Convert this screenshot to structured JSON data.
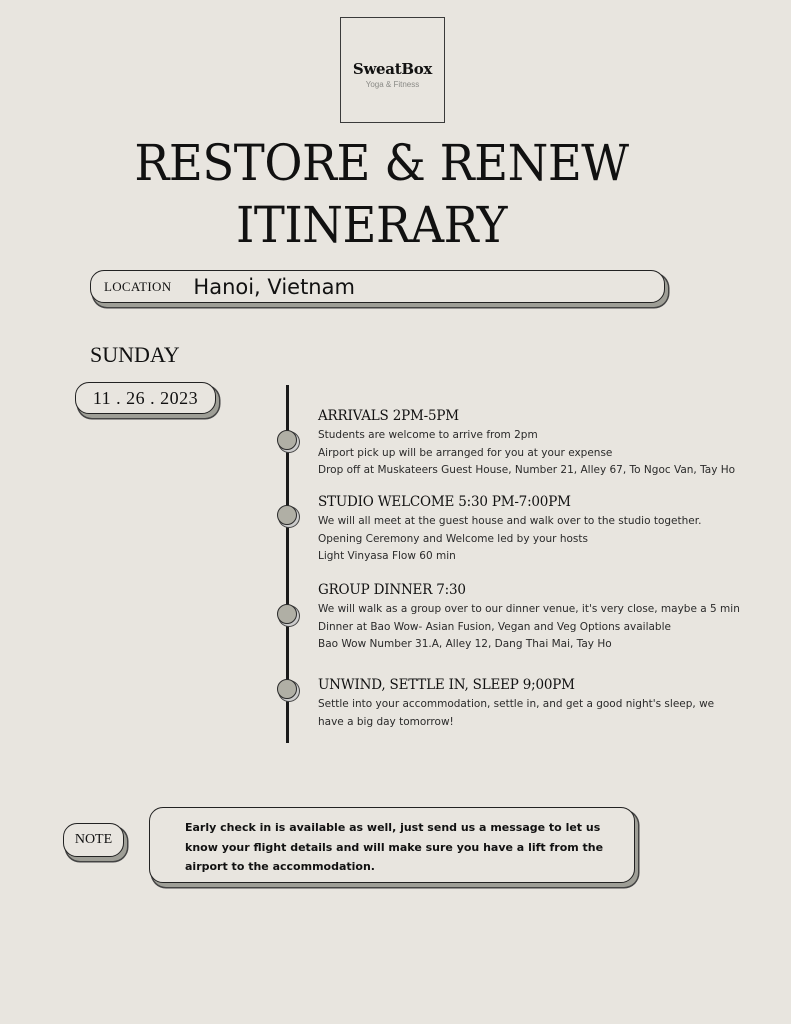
{
  "logo": {
    "name": "SweatBox",
    "tagline": "Yoga & Fitness"
  },
  "title": {
    "line1": "RESTORE & RENEW",
    "line2": "ITINERARY"
  },
  "location": {
    "label": "LOCATION",
    "value": "Hanoi, Vietnam"
  },
  "day": {
    "name": "SUNDAY",
    "date": "11 . 26 . 2023"
  },
  "colors": {
    "background": "#e8e5df",
    "dot": "#b0afa5",
    "shadow": "#9e9e96",
    "text": "#111111"
  },
  "events": [
    {
      "title": "ARRIVALS 2PM-5PM",
      "lines": [
        "Students are welcome to arrive from 2pm",
        "Airport pick up will be arranged for you at your expense",
        "Drop off at Muskateers Guest House, Number 21, Alley 67, To Ngoc Van, Tay Ho"
      ]
    },
    {
      "title": "STUDIO WELCOME 5:30 PM-7:00PM",
      "lines": [
        "We will all meet at the guest house and walk over to the studio together.",
        "Opening Ceremony and Welcome led by your hosts",
        "Light Vinyasa Flow 60 min"
      ]
    },
    {
      "title": "GROUP DINNER  7:30",
      "lines": [
        "We will walk as a group over to our dinner venue, it's very close, maybe a 5 min",
        "Dinner at Bao Wow- Asian Fusion, Vegan and Veg Options available",
        "Bao Wow Number 31.A, Alley 12, Dang Thai Mai, Tay Ho"
      ]
    },
    {
      "title": "UNWIND, SETTLE IN, SLEEP 9;00PM",
      "lines": [
        "Settle into your accommodation, settle in, and get a good night's sleep, we",
        "have a big day tomorrow!"
      ]
    }
  ],
  "note": {
    "label": "NOTE",
    "lines": [
      "Early check in is available as well, just send us a message to let us",
      "know your flight details and will make sure you have a lift from the",
      "airport to the accommodation."
    ]
  }
}
